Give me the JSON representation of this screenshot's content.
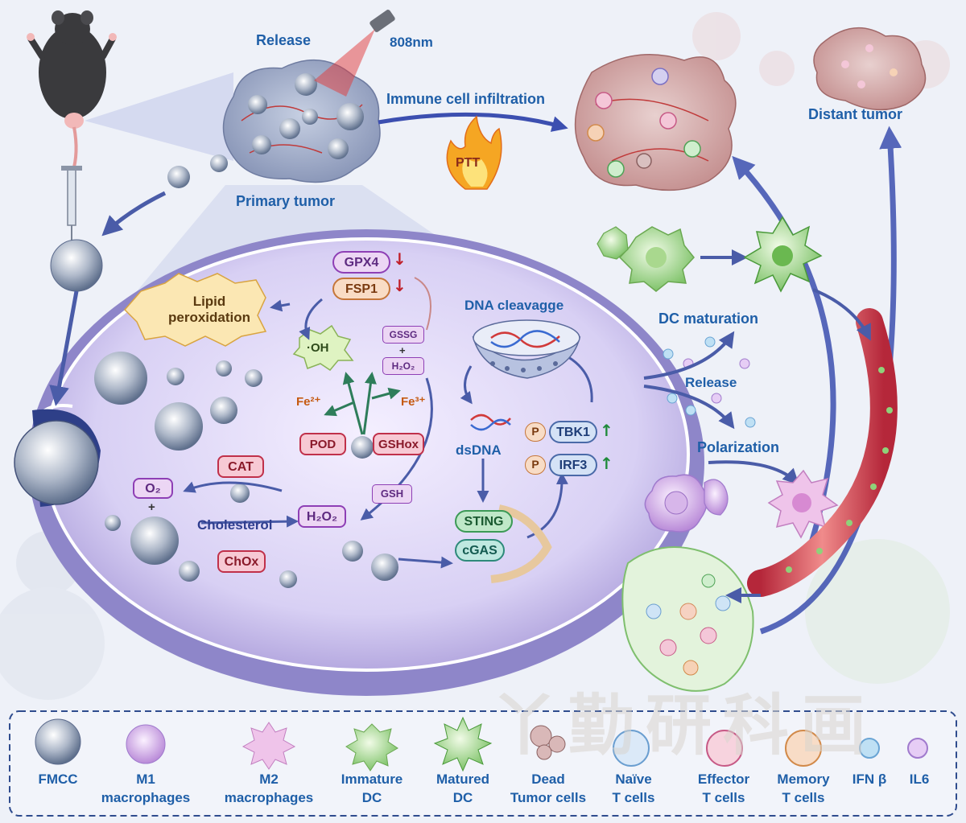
{
  "top": {
    "release": "Release",
    "laser": "808nm",
    "primary_tumor": "Primary tumor",
    "immune_infiltration": "Immune cell infiltration",
    "ptt": "PTT",
    "distant_tumor": "Distant tumor"
  },
  "cell": {
    "lipid_peroxidation_1": "Lipid",
    "lipid_peroxidation_2": "peroxidation",
    "gpx4": "GPX4",
    "fsp1": "FSP1",
    "oh": "·OH",
    "gssg": "GSSG",
    "plus1": "+",
    "h2o2_small": "H₂O₂",
    "fe2": "Fe²⁺",
    "fe3": "Fe³⁺",
    "pod": "POD",
    "gshox": "GSHox",
    "gsh": "GSH",
    "cat": "CAT",
    "o2": "O₂",
    "plus2": "+",
    "cholesterol": "Cholesterol",
    "h2o2": "H₂O₂",
    "chox": "ChOx",
    "dna_cleavage": "DNA cleavagge",
    "dsdna": "dsDNA",
    "p1": "P",
    "tbk1": "TBK1",
    "p2": "P",
    "irf3": "IRF3",
    "sting": "STING",
    "cgas": "cGAS",
    "up_arrow": "↑",
    "down_arrow": "↓"
  },
  "right": {
    "dc_maturation": "DC maturation",
    "release": "Release",
    "polarization": "Polarization"
  },
  "legend": [
    {
      "line1": "FMCC",
      "line2": ""
    },
    {
      "line1": "M1",
      "line2": "macrophages"
    },
    {
      "line1": "M2",
      "line2": "macrophages"
    },
    {
      "line1": "Immature",
      "line2": "DC"
    },
    {
      "line1": "Matured",
      "line2": "DC"
    },
    {
      "line1": "Dead",
      "line2": "Tumor cells"
    },
    {
      "line1": "Naïve",
      "line2": "T cells"
    },
    {
      "line1": "Effector",
      "line2": "T cells"
    },
    {
      "line1": "Memory",
      "line2": "T cells"
    },
    {
      "line1": "IFN β",
      "line2": ""
    },
    {
      "line1": "IL6",
      "line2": ""
    }
  ],
  "watermark": "丫勤研科画",
  "colors": {
    "label_blue": "#1f5fa8",
    "down_red": "#c0202a",
    "up_green": "#1f8a3a",
    "fe_orange": "#c55a11",
    "pink_box": "#f7c9d4",
    "pink_border": "#c0304a",
    "purple_box": "#ecd6f4",
    "purple_border": "#8e3fb5"
  }
}
